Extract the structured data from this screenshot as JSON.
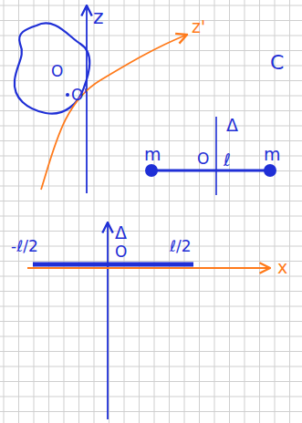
{
  "diagram": {
    "labels": [
      "z",
      "z'",
      "O",
      "O'",
      "C",
      "Δ",
      "m",
      "O",
      "ℓ",
      "m",
      "Δ",
      "-ℓ/2",
      "O",
      "ℓ/2",
      "x"
    ]
  }
}
